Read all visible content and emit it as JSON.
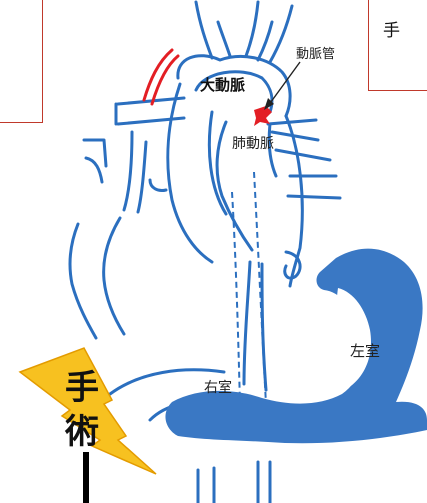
{
  "callout_right_text": "手",
  "labels": {
    "ductus": "動脈管",
    "aorta": "大動脈",
    "pulmonary": "肺動脈",
    "left_ventricle": "左室",
    "right_ventricle": "右室"
  },
  "surgery_chars": [
    "手",
    "術"
  ],
  "colors": {
    "vessel": "#2b6fbf",
    "muscle": "#3a78c4",
    "accent": "#e31e24",
    "callout_border": "#c0392b",
    "bolt_fill": "#f7c120",
    "bolt_stroke": "#e39b00"
  }
}
